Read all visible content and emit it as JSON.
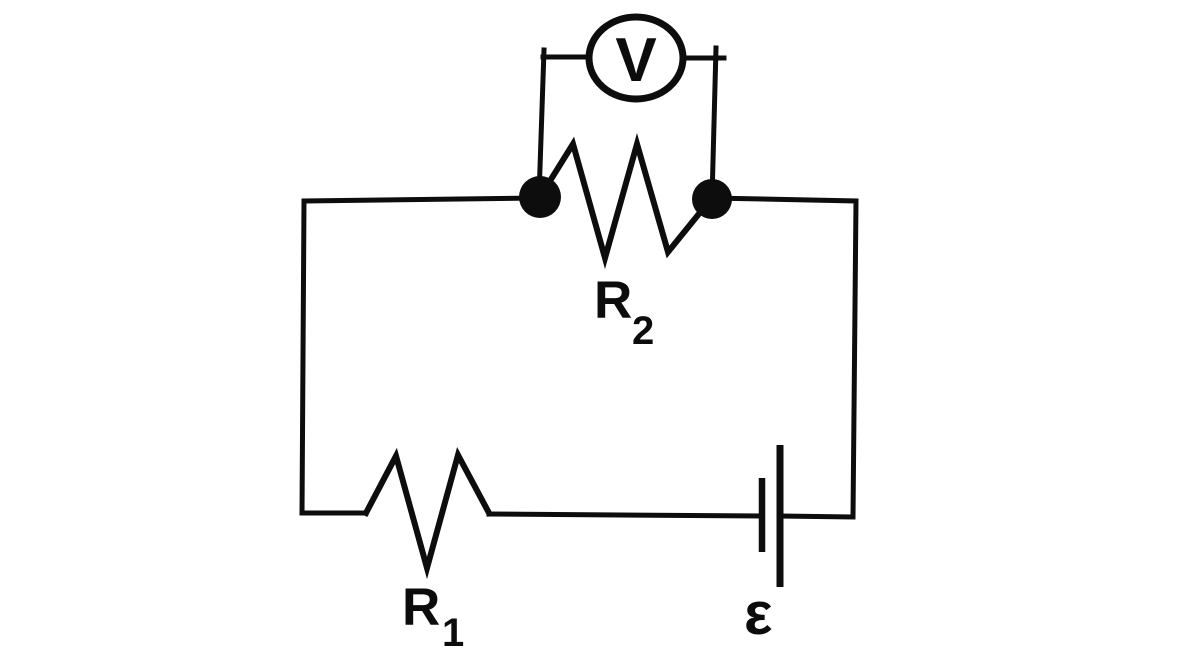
{
  "diagram": {
    "type": "circuit",
    "background_color": "#ffffff",
    "line_color": "#0d0d0d",
    "voltmeter": {
      "label": "V"
    },
    "resistor_r2": {
      "label": "R",
      "subscript": "2"
    },
    "resistor_r1": {
      "label": "R",
      "subscript": "1"
    },
    "battery": {
      "label": "ε"
    }
  }
}
